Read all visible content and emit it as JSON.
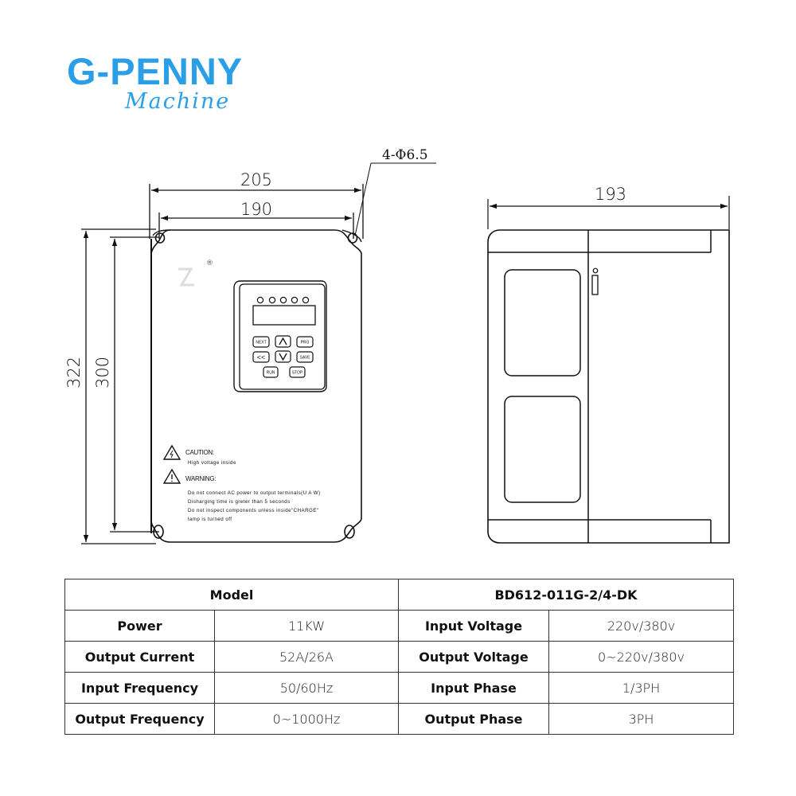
{
  "brand": {
    "name": "G-PENNY",
    "tagline": "Machine",
    "color": "#2a9fe8"
  },
  "drawing": {
    "front_view": {
      "width_overall": "205",
      "width_mounting": "190",
      "height_overall": "322",
      "height_mounting": "300",
      "mounting_holes": "4-Φ6.5",
      "registered_mark": "®",
      "keypad": {
        "indicator_count": 5,
        "keys": [
          "NEXT",
          "Λ",
          "PRG",
          "<<",
          "V",
          "SAVE",
          "RUN",
          "STOP"
        ]
      },
      "caution": {
        "title": "CAUTION:",
        "text": "High voltage inside"
      },
      "warning": {
        "title": "WARNING:",
        "lines": [
          "Do not connect AC power to output terminals(U A W)",
          "Disharging time is greter than 5 seconds",
          "Do not inspect components unless inside\"CHARGE\"",
          "lamp is turned off"
        ]
      }
    },
    "side_view": {
      "depth": "193"
    }
  },
  "specs": {
    "model_label": "Model",
    "model_value": "BD612-011G-2/4-DK",
    "rows": [
      {
        "label1": "Power",
        "value1": "11KW",
        "label2": "Input Voltage",
        "value2": "220v/380v"
      },
      {
        "label1": "Output Current",
        "value1": "52A/26A",
        "label2": "Output Voltage",
        "value2": "0~220v/380v"
      },
      {
        "label1": "Input Frequency",
        "value1": "50/60Hz",
        "label2": "Input Phase",
        "value2": "1/3PH"
      },
      {
        "label1": "Output Frequency",
        "value1": "0~1000Hz",
        "label2": "Output Phase",
        "value2": "3PH"
      }
    ]
  }
}
